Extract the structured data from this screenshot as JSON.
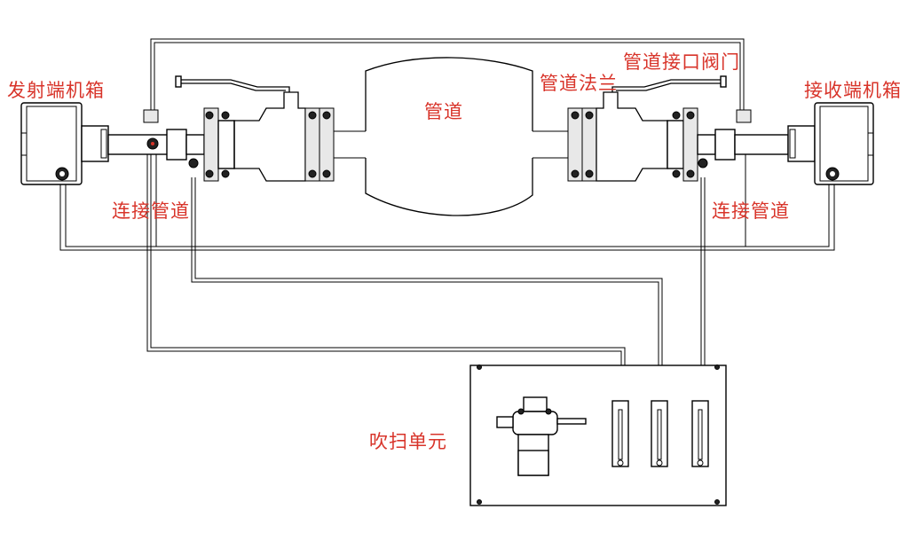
{
  "labels": {
    "transmitter_box": "发射端机箱",
    "receiver_box": "接收端机箱",
    "pipe": "管道",
    "pipe_flange": "管道法兰",
    "pipe_valve": "管道接口阀门",
    "connect_pipe_left": "连接管道",
    "connect_pipe_right": "连接管道",
    "purge_unit": "吹扫单元"
  },
  "colors": {
    "label": "#d8342a",
    "line": "#000000",
    "background": "#ffffff"
  }
}
